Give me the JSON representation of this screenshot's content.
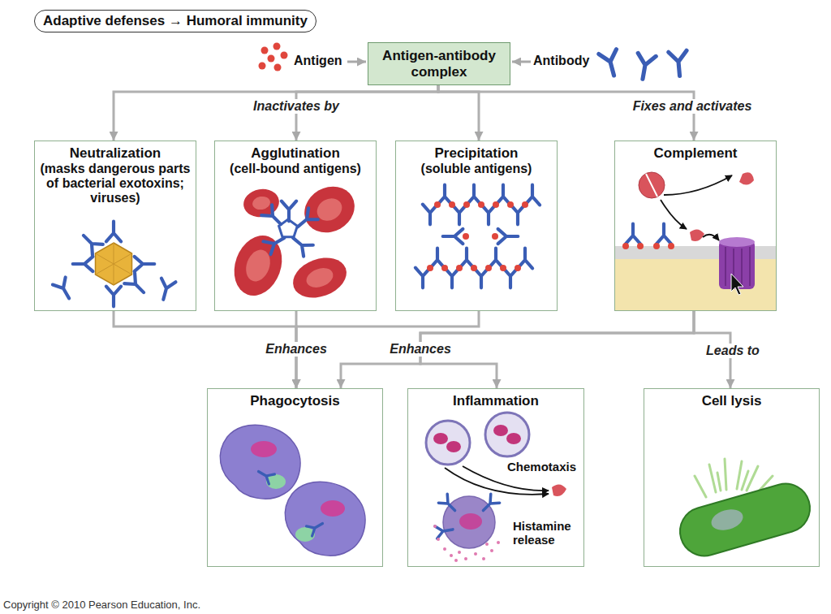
{
  "diagram": {
    "title": "Adaptive defenses → Humoral immunity",
    "nodes": [
      {
        "text": [
          "Antigen-antibody complex"
        ]
      },
      {
        "text": [
          "Neutralization",
          "(masks dangerous parts of bacterial exotoxins; viruses)"
        ]
      },
      {
        "text": [
          "Agglutination",
          "(cell-bound antigens)"
        ]
      },
      {
        "text": [
          "Precipitation",
          "(soluble antigens)"
        ]
      },
      {
        "text": [
          "Complement"
        ]
      },
      {
        "text": [
          "Phagocytosis"
        ]
      },
      {
        "text": [
          "Inflammation"
        ]
      },
      {
        "text": [
          "Cell lysis"
        ]
      }
    ],
    "edges": [
      {
        "from": 0,
        "to": 1,
        "arrow": "to"
      },
      {
        "from": 0,
        "to": 2,
        "arrow": "to"
      },
      {
        "from": 0,
        "to": 3,
        "arrow": "to"
      },
      {
        "from": 0,
        "to": 4,
        "label": "Fixes and activates",
        "arrow": "to"
      },
      {
        "from": 1,
        "to": 5,
        "arrow": "to"
      },
      {
        "from": 2,
        "to": 5,
        "arrow": "to"
      },
      {
        "from": 3,
        "to": 5,
        "arrow": "to"
      },
      {
        "from": 4,
        "to": 5,
        "arrow": "to"
      },
      {
        "from": 4,
        "to": 6,
        "arrow": "to"
      },
      {
        "from": 4,
        "to": 7,
        "label": "Leads to",
        "arrow": "to"
      }
    ],
    "labels": [
      "Antigen",
      "Antibody",
      "Inactivates by",
      "Enhances",
      "Enhances",
      "Chemotaxis",
      "Histamine release",
      "Copyright © 2010 Pearson Education, Inc."
    ]
  }
}
